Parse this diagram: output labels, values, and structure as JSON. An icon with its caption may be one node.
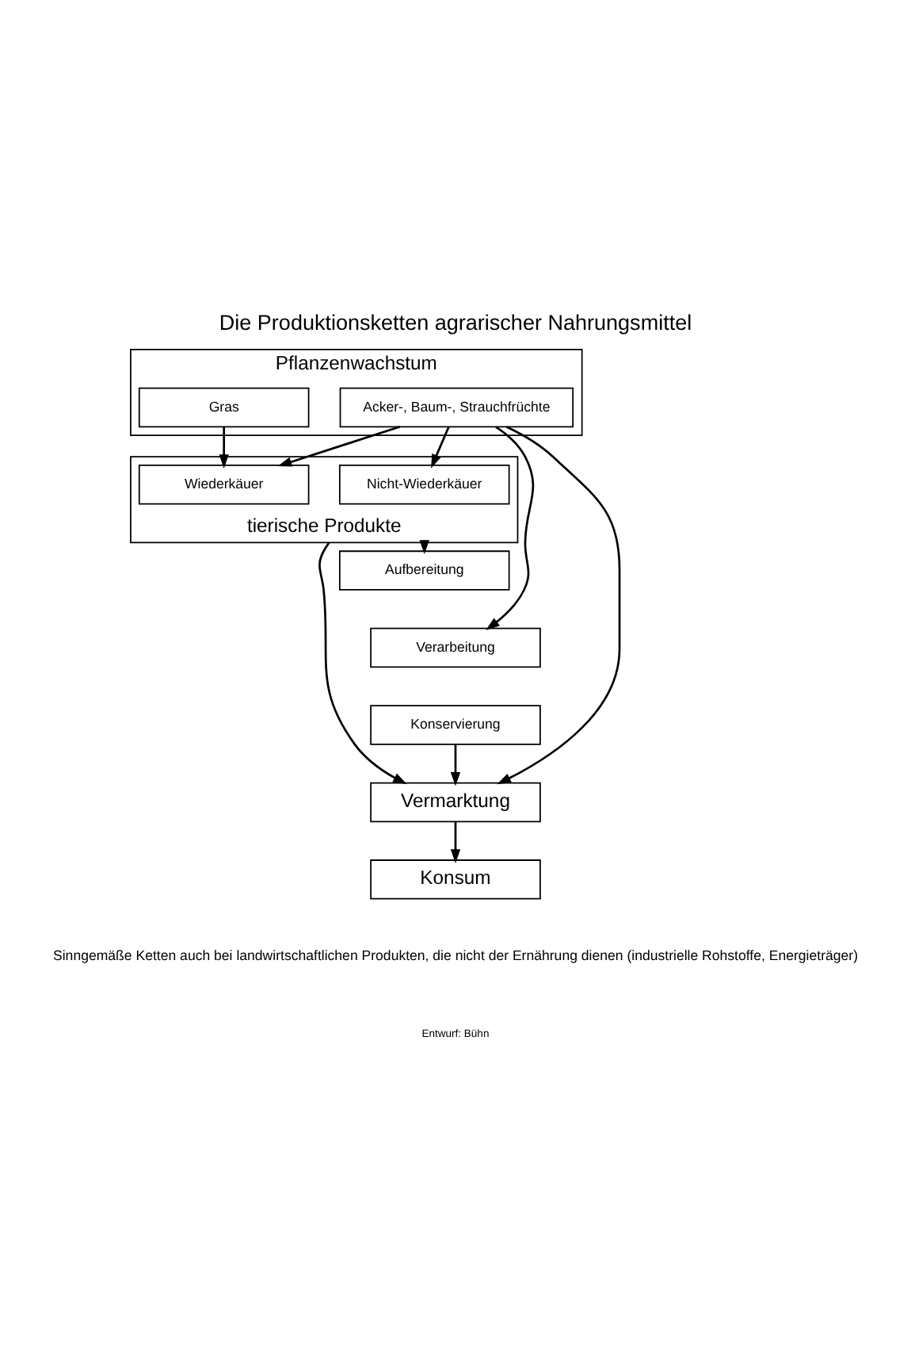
{
  "diagram": {
    "title": "Die Produktionsketten agrarischer Nahrungsmittel",
    "caption": "Sinngemäße Ketten auch bei landwirtschaftlichen Produkten, die nicht der Ernährung dienen (industrielle Rohstoffe, Energieträger)",
    "nodes": [
      {
        "text": [
          "Pflanzenwachstum"
        ]
      },
      {
        "text": [
          "Acker-, Baum-, Strauchfrüchte"
        ],
        "in": 0
      },
      {
        "text": [
          "Gras"
        ],
        "in": 0
      },
      {
        "text": [
          "tierische Produkte"
        ]
      },
      {
        "text": [
          "Nicht-Wiederkäuer"
        ],
        "in": 3
      },
      {
        "text": [
          "Wiederkäuer"
        ],
        "in": 3
      },
      {
        "text": [
          "Aufbereitung"
        ]
      },
      {
        "text": [
          "Verarbeitung"
        ]
      },
      {
        "text": [
          "Konservierung"
        ]
      },
      {
        "text": [
          "Vermarktung"
        ]
      },
      {
        "text": [
          "Konsum"
        ]
      }
    ],
    "edges": [
      {
        "from": 1,
        "to": 4,
        "arrow": "to"
      },
      {
        "from": 1,
        "to": 5,
        "arrow": "to"
      },
      {
        "from": 2,
        "to": 5,
        "arrow": "to"
      },
      {
        "from": 1,
        "to": 7,
        "arrow": "to"
      },
      {
        "from": 1,
        "to": 9,
        "arrow": "to"
      },
      {
        "from": 3,
        "to": 6,
        "arrow": "to"
      },
      {
        "from": 3,
        "to": 9,
        "arrow": "to"
      },
      {
        "from": 8,
        "to": 9,
        "arrow": "to"
      },
      {
        "from": 9,
        "to": 10,
        "arrow": "to"
      }
    ],
    "labels": [
      "Entwurf: Bühn"
    ]
  }
}
